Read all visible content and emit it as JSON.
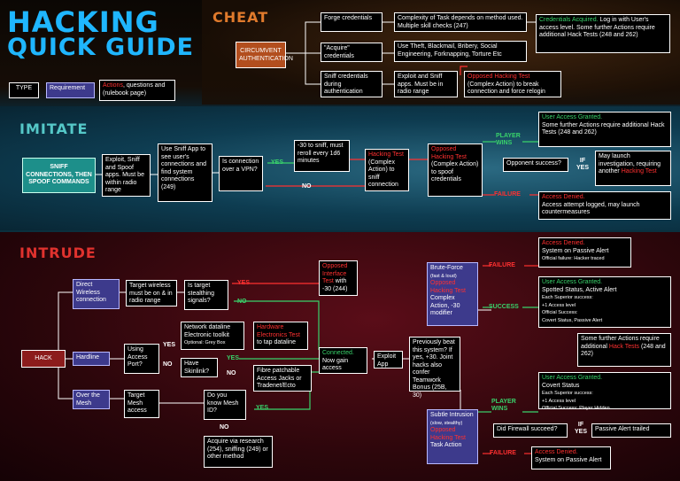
{
  "header": {
    "title_line1": "HACKING",
    "title_line2": "QUICK GUIDE"
  },
  "legend": {
    "type": "TYPE",
    "requirement": "Requirement",
    "actions_red": "Actions",
    "actions_rest": ", questions and (rulebook page)"
  },
  "colors": {
    "red": "#ff3030",
    "green": "#39d36b",
    "title_blue": "#1fb6ff",
    "cheat_orange": "#e07a2c",
    "imitate_teal": "#55c8c8",
    "intrude_red": "#e0322e"
  },
  "sections": {
    "cheat": "CHEAT",
    "imitate": "IMITATE",
    "intrude": "INTRUDE"
  },
  "cheat": {
    "circumvent": "CIRCUMVENT AUTHENTICATION",
    "forge": "Forge credentials",
    "forge_desc": "Complexity of Task depends on method used. Multiple skill checks (247)",
    "acquire": "\"Acquire\" credentials",
    "acquire_desc": "Use Theft, Blackmail, Bribery, Social Engineering, Forknapping, Torture Etc",
    "sniff": "Sniff credentials during authentication",
    "exploit_sniff": "Exploit and Sniff apps. Must be in radio range",
    "opposed_red": "Opposed Hacking Test",
    "opposed_rest": "(Complex Action) to break connection and force relogin",
    "acquired_green": "Credentials Acquired.",
    "acquired_rest": "Log in with User's access level. Some further Actions require additional Hack Tests (248 and 262)"
  },
  "imitate": {
    "sniff_connections": "SNIFF CONNECTIONS, THEN SPOOF COMMANDS",
    "exploit": "Exploit, Sniff and Spoof apps. Must be within radio range",
    "use_sniff": "Use Sniff App to see user's connections and find system connections (249)",
    "is_vpn": "Is connection over a VPN?",
    "yes": "YES",
    "no": "NO",
    "minus30": "-30 to sniff, must reroll every 1d6 minutes",
    "hacking_red": "Hacking Test",
    "hacking_rest": "(Complex Action) to sniff connection",
    "opposed_red": "Opposed Hacking Test",
    "opposed_rest": "(Complex Action) to spoof credentials",
    "player_wins": "PLAYER WINS",
    "failure": "FAILURE",
    "granted_green": "User Access Granted.",
    "granted_rest": "Some further Actions require additional Hack Tests (248 and 262)",
    "opponent_success": "Opponent success?",
    "if_yes": "IF YES",
    "may_launch": "May launch investigation, requiring another",
    "may_launch_red": "Hacking Test",
    "denied_red": "Access Denied.",
    "denied_rest": "Access attempt logged, may launch countermeasures"
  },
  "intrude": {
    "hack": "HACK",
    "direct": "Direct Wireless connection",
    "target_wireless": "Target wireless must be on & in radio range",
    "is_stealthing": "Is target stealthing signals?",
    "yes": "YES",
    "no": "NO",
    "opposed_interface_red": "Opposed Interface Test",
    "opposed_interface_rest": "with -30 (244)",
    "hardline": "Hardline",
    "using_access": "Using Access Port?",
    "network_dataline": "Network dataline Electronic toolkit",
    "optional_grey": "Optional: Grey Box",
    "hardware_red": "Hardware Electronics Test",
    "hardware_rest": "to tap dataline",
    "have_skinlink": "Have Skinlink?",
    "fibre": "Fibre patchable Access Jacks or Tradenet/Ecto",
    "connected_green": "Connected.",
    "connected_rest": "Now gain access",
    "exploit_app": "Exploit App",
    "over_mesh": "Over the Mesh",
    "target_mesh": "Target Mesh access",
    "know_mesh": "Do you know Mesh ID?",
    "acquire_research": "Acquire via research (254), sniffing (249) or other method",
    "previously_beat": "Previously beat this system? If yes, +30. Joint hacks also confer Teamwork Bonus (25B, 30)",
    "brute_force": "Brute-Force",
    "brute_fast": "(fast & loud)",
    "brute_red": "Opposed Hacking Test",
    "brute_rest": "Complex Action, -30 modifier",
    "failure": "FAILURE",
    "success": "SUCCESS",
    "player_wins": "PLAYER WINS",
    "denied_top_red": "Access Denied.",
    "denied_top_rest": "System on Passive Alert",
    "official_failure": "Official failure: Hacker traced",
    "spotted_green": "User Access Granted.",
    "spotted_rest": "Spotted Status, Active Alert",
    "each_superior": "Each Superior success:",
    "plus1": "+1 Access level",
    "official_success": "Official Success:",
    "covert_stealth": "Covert Status, Passive Alert",
    "some_further": "Some further Actions require additional",
    "some_further_red": "Hack Tests",
    "some_further_end": "(248 and 262)",
    "covert_green": "User Access Granted.",
    "covert_rest": "Covert Status",
    "official_hidden": "Official Success: Player Hidden",
    "did_firewall": "Did Firewall succeed?",
    "if_yes": "IF YES",
    "passive_triggered": "Passive Alert trailed",
    "subtle": "Subtle Intrusion",
    "subtle_slow": "(slow, stealthy)",
    "subtle_red": "Opposed Hacking Test",
    "subtle_rest": "Task Action",
    "denied_bottom_red": "Access Denied.",
    "denied_bottom_rest": "System on Passive Alert"
  }
}
